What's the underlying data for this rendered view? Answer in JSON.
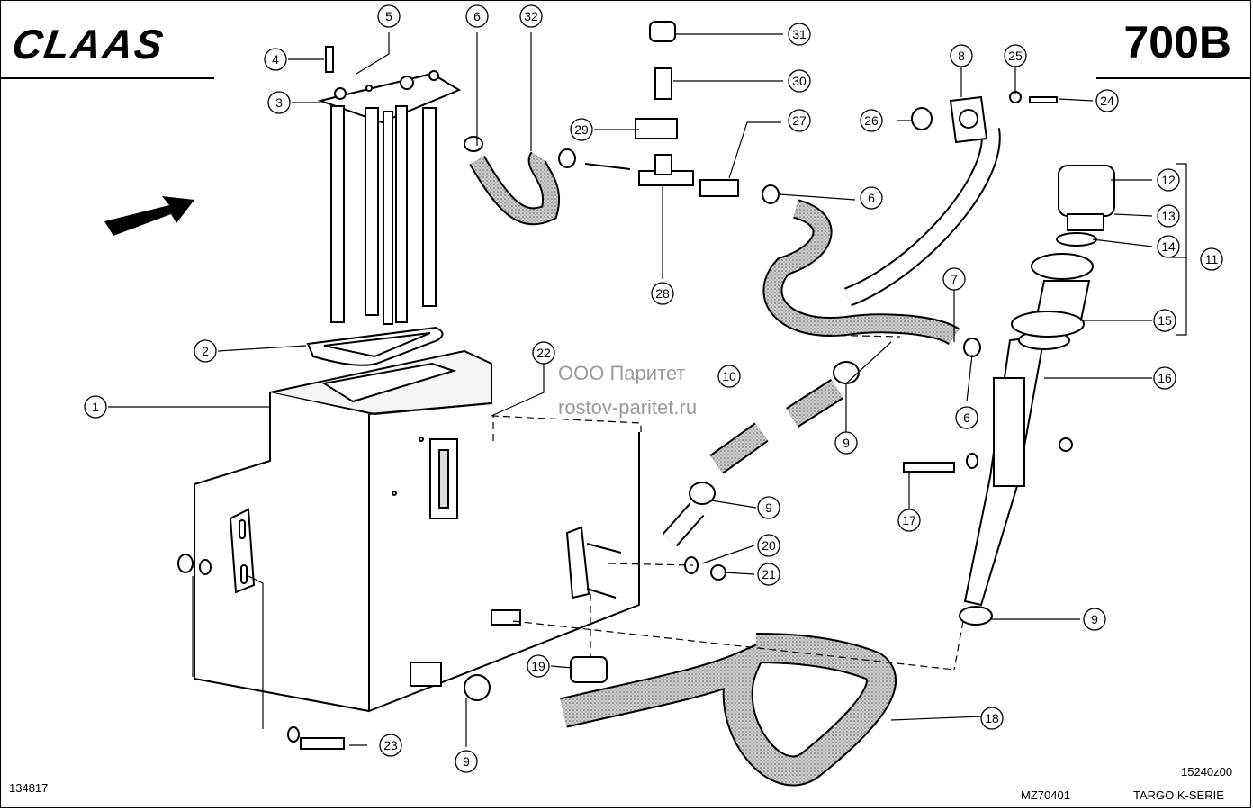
{
  "header": {
    "brand": "CLAAS",
    "code": "700B"
  },
  "footer": {
    "left_number": "134817",
    "center_code": "MZ70401",
    "right_code": "15240z00",
    "series": "TARGO K-SERIE"
  },
  "watermark": {
    "company": "ООО Паритет",
    "site": "rostov-paritet.ru"
  },
  "callouts": [
    "1",
    "2",
    "3",
    "4",
    "5",
    "6",
    "6",
    "6",
    "7",
    "8",
    "9",
    "9",
    "9",
    "9",
    "10",
    "11",
    "12",
    "13",
    "14",
    "15",
    "16",
    "17",
    "18",
    "19",
    "20",
    "21",
    "22",
    "23",
    "24",
    "25",
    "26",
    "27",
    "28",
    "29",
    "30",
    "31",
    "32"
  ]
}
